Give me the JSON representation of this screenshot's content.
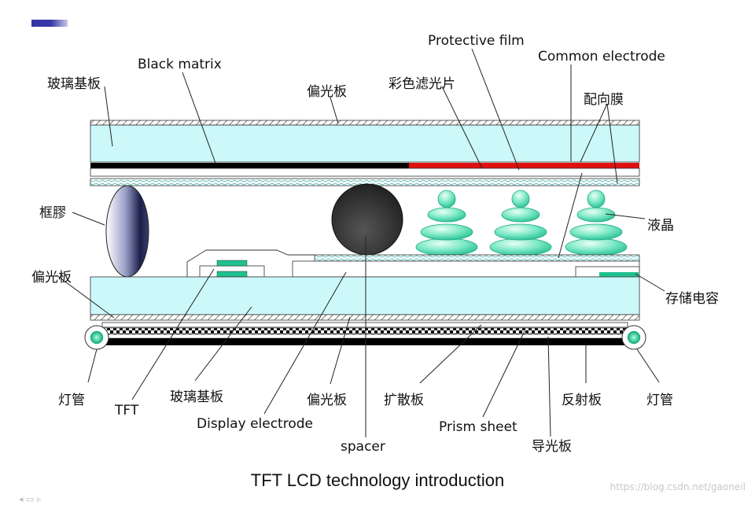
{
  "labels": {
    "protective_film": "Protective film",
    "common_electrode": "Common electrode",
    "black_matrix": "Black matrix",
    "glass_top": "玻璃基板",
    "polarizer_top": "偏光板",
    "color_filter": "彩色滤光片",
    "alignment_film": "配向膜",
    "sealant": "框膠",
    "liquid_crystal": "液晶",
    "polarizer_left": "偏光板",
    "storage_capacitor": "存储电容",
    "lamp_left": "灯管",
    "tft": "TFT",
    "glass_bottom": "玻璃基板",
    "display_electrode": "Display electrode",
    "polarizer_bottom": "偏光板",
    "spacer": "spacer",
    "diffuser": "扩散板",
    "prism_sheet": "Prism sheet",
    "light_guide": "导光板",
    "reflector": "反射板",
    "lamp_right": "灯管"
  },
  "caption": "TFT LCD technology introduction",
  "watermark": "https://blog.csdn.net/gaoneil",
  "colors": {
    "glass": "#ccf8fa",
    "black_matrix": "#000000",
    "color_filter": "#e01010",
    "spacer": "#333333",
    "liquid_crystal": "#40d8a8",
    "electrode": "#20c090"
  }
}
